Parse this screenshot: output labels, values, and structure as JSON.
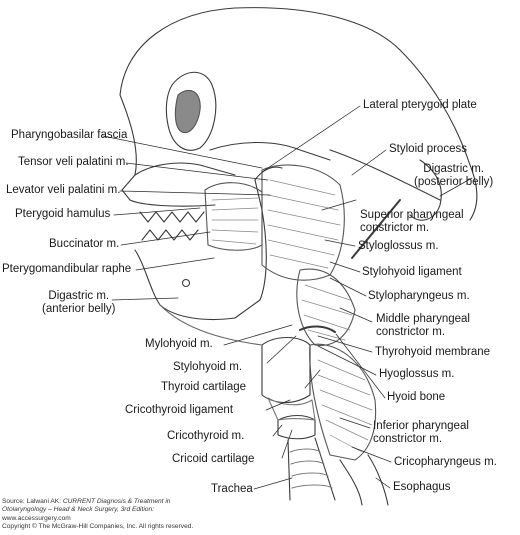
{
  "labels": {
    "lateral_pterygoid_plate": "Lateral pterygoid plate",
    "pharyngobasilar_fascia": "Pharyngobasilar fascia",
    "styloid_process": "Styloid process",
    "tensor_veli_palatini": "Tensor veli palatini m.",
    "digastric_posterior_1": "Digastric m.",
    "digastric_posterior_2": "(posterior belly)",
    "levator_veli_palatini": "Levator veli palatini m.",
    "pterygoid_hamulus": "Pterygoid hamulus",
    "superior_constrictor_1": "Superior pharyngeal",
    "superior_constrictor_2": "constrictor m.",
    "buccinator": "Buccinator m.",
    "styloglossus": "Styloglossus m.",
    "pterygomandibular_raphe": "Pterygomandibular raphe",
    "stylohyoid_ligament": "Stylohyoid ligament",
    "stylopharyngeus": "Stylopharyngeus m.",
    "digastric_anterior_1": "Digastric m.",
    "digastric_anterior_2": "(anterior belly)",
    "middle_constrictor_1": "Middle pharyngeal",
    "middle_constrictor_2": "constrictor m.",
    "mylohyoid": "Mylohyoid m.",
    "thyrohyoid_membrane": "Thyrohyoid membrane",
    "stylohyoid": "Stylohyoid m.",
    "hyoglossus": "Hyoglossus m.",
    "thyroid_cartilage": "Thyroid cartilage",
    "hyoid_bone": "Hyoid bone",
    "cricothyroid_ligament": "Cricothyroid ligament",
    "inferior_constrictor_1": "Inferior pharyngeal",
    "inferior_constrictor_2": "constrictor m.",
    "cricothyroid": "Cricothyroid m.",
    "cricoid_cartilage": "Cricoid cartilage",
    "cricopharyngeus": "Cricopharyngeus m.",
    "trachea": "Trachea",
    "esophagus": "Esophagus"
  },
  "credit": {
    "source_prefix": "Source: Lalwani AK: ",
    "source_title_1": "CURRENT Diagnosis & Treatment in",
    "source_title_2": "Otolaryngology – Head & Neck Surgery, 3rd Edition:",
    "url": "www.accessurgery.com",
    "copyright": "Copyright © The McGraw-Hill Companies, Inc. All rights reserved."
  }
}
